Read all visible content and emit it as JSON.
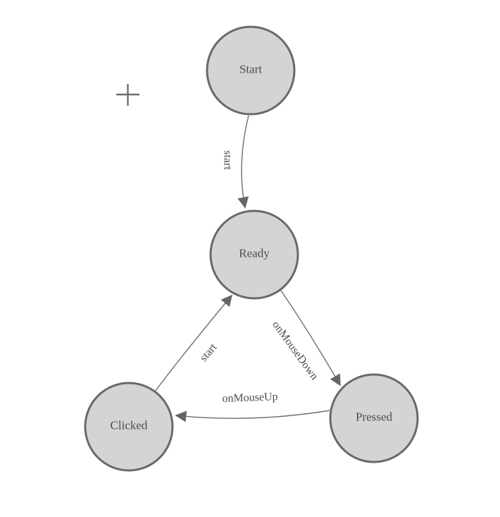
{
  "diagram": {
    "type": "finite-state-machine",
    "colors": {
      "background": "#ffffff",
      "node_fill": "#d4d4d4",
      "node_stroke": "#696969",
      "edge_stroke": "#6e6e6e",
      "arrow_fill": "#666666",
      "text": "#4d4d4d"
    },
    "icons": {
      "crosshair": "plus-crosshair-marker"
    },
    "nodes": [
      {
        "id": "start",
        "label": "Start"
      },
      {
        "id": "ready",
        "label": "Ready"
      },
      {
        "id": "clicked",
        "label": "Clicked"
      },
      {
        "id": "pressed",
        "label": "Pressed"
      }
    ],
    "edges": [
      {
        "from": "Start",
        "to": "Ready",
        "label": "start"
      },
      {
        "from": "Clicked",
        "to": "Ready",
        "label": "start"
      },
      {
        "from": "Ready",
        "to": "Pressed",
        "label": "onMouseDown"
      },
      {
        "from": "Pressed",
        "to": "Clicked",
        "label": "onMouseUp"
      }
    ]
  }
}
